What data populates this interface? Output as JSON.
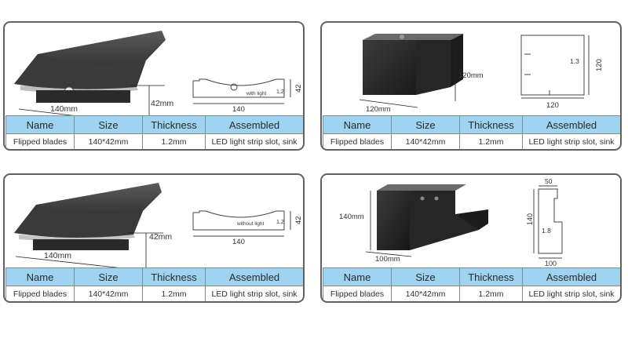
{
  "table_headers": {
    "name": "Name",
    "size": "Size",
    "thickness": "Thickness",
    "assembled": "Assembled"
  },
  "products": [
    {
      "values": {
        "name": "Flipped blades",
        "size": "140*42mm",
        "thickness": "1.2mm",
        "assembled": "LED light strip slot, sink"
      },
      "dims": {
        "length": "140mm",
        "height": "42mm",
        "drawing_width": "140",
        "drawing_height": "42",
        "thickness": "1.2",
        "note": "with light"
      }
    },
    {
      "values": {
        "name": "Flipped blades",
        "size": "140*42mm",
        "thickness": "1.2mm",
        "assembled": "LED light strip slot, sink"
      },
      "dims": {
        "width": "120mm",
        "height": "120mm",
        "drawing_width": "120",
        "drawing_height": "120",
        "thickness": "1.3"
      }
    },
    {
      "values": {
        "name": "Flipped blades",
        "size": "140*42mm",
        "thickness": "1.2mm",
        "assembled": "LED light strip slot, sink"
      },
      "dims": {
        "length": "140mm",
        "height": "42mm",
        "drawing_width": "140",
        "drawing_height": "42",
        "thickness": "1.2",
        "note": "without light"
      }
    },
    {
      "values": {
        "name": "Flipped blades",
        "size": "140*42mm",
        "thickness": "1.2mm",
        "assembled": "LED light strip slot, sink"
      },
      "dims": {
        "width": "100mm",
        "height": "140mm",
        "drawing_width": "100",
        "drawing_height": "140",
        "top_width": "50",
        "thickness": "1.8"
      }
    }
  ],
  "colors": {
    "header_fill": "#9fd3f2",
    "card_border": "#5f6164",
    "profile_dark": "#2e2e2e"
  }
}
